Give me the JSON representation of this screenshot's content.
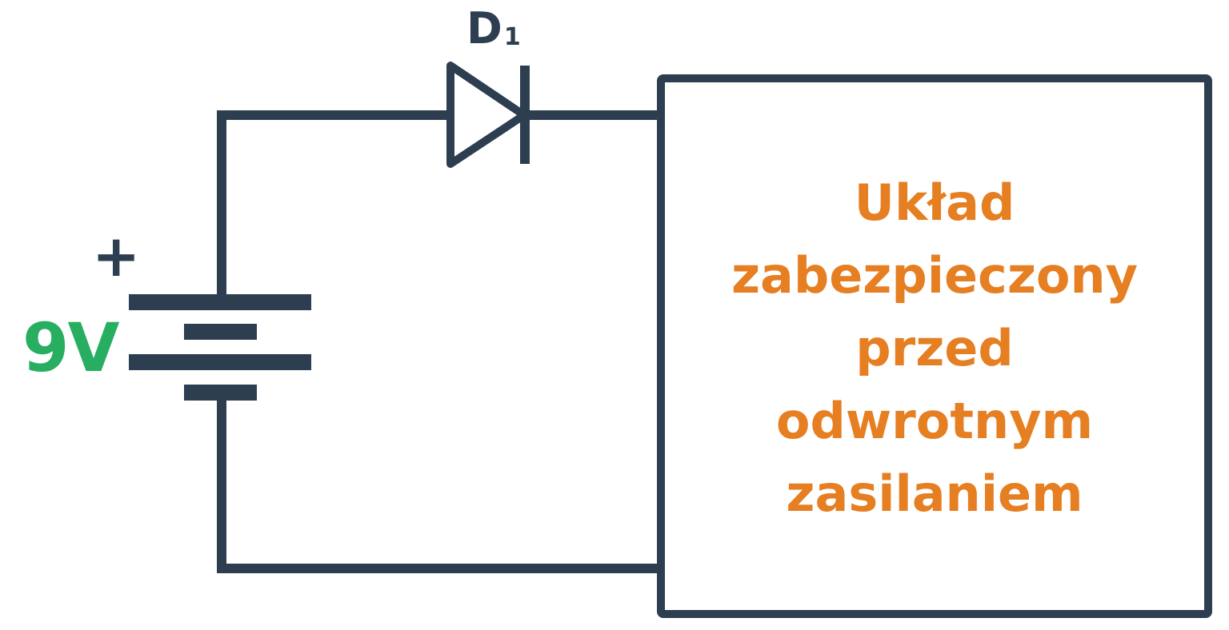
{
  "colors": {
    "wire": "#2c3e50",
    "voltage": "#27ae60",
    "block_text": "#e67e22",
    "background": "#ffffff"
  },
  "diode": {
    "label_main": "D",
    "label_sub": "1"
  },
  "battery": {
    "polarity": "+",
    "voltage": "9V"
  },
  "protected_block": {
    "lines": [
      "Układ",
      "zabezpieczony",
      "przed",
      "odwrotnym",
      "zasilaniem"
    ]
  }
}
